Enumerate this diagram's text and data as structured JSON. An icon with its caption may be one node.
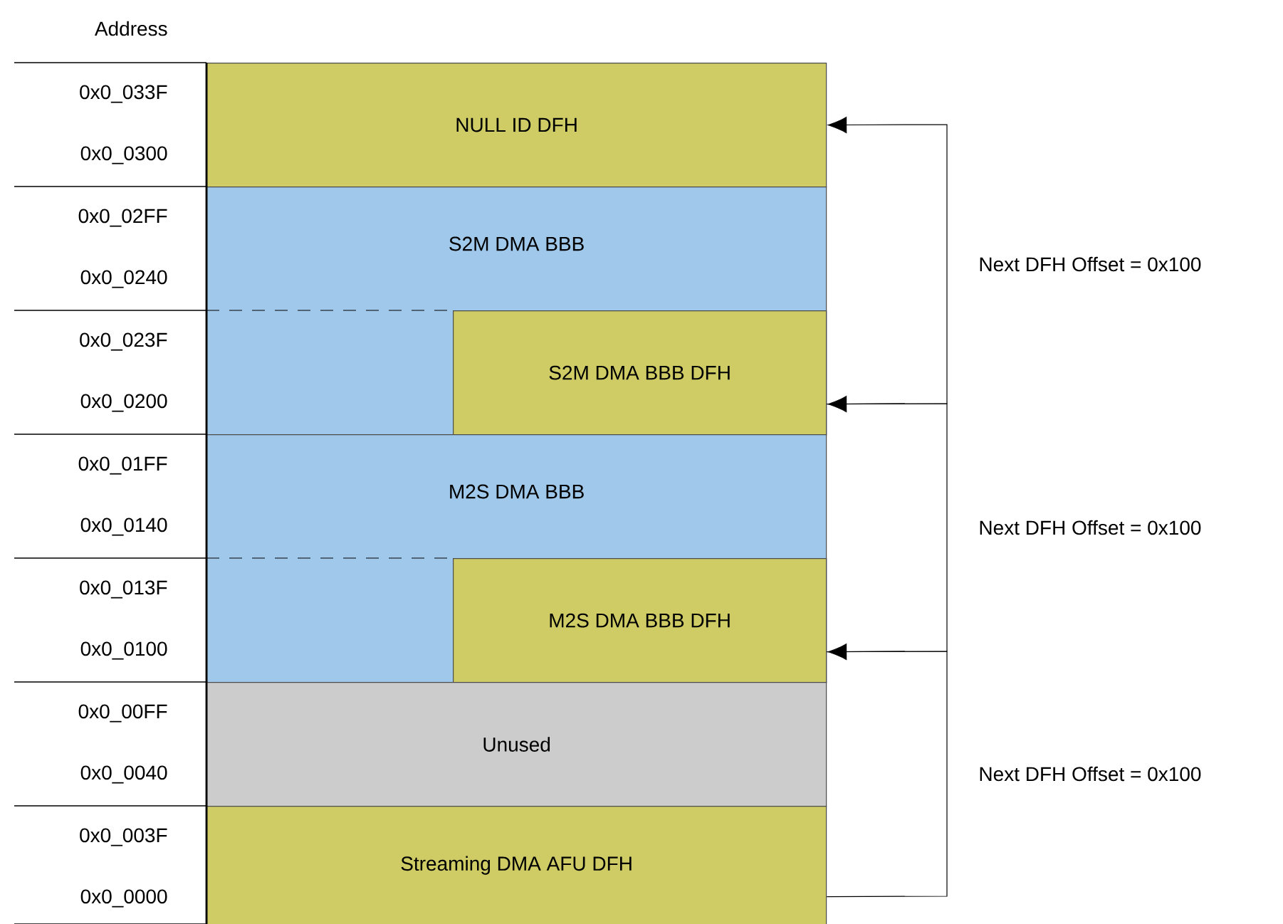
{
  "diagram": {
    "nodes": [
      {
        "text": [
          "NULL ID DFH"
        ]
      },
      {
        "text": [
          "S2M DMA BBB"
        ]
      },
      {
        "text": [
          "S2M DMA BBB DFH"
        ],
        "in": 1
      },
      {
        "text": [
          "M2S DMA BBB"
        ]
      },
      {
        "text": [
          "M2S DMA BBB DFH"
        ],
        "in": 3
      },
      {
        "text": [
          "Unused"
        ]
      },
      {
        "text": [
          "Streaming DMA AFU DFH"
        ]
      }
    ],
    "edges": [
      {
        "from": 2,
        "to": 0,
        "arrow": "to",
        "label": "Next DFH Offset = 0x100"
      },
      {
        "from": 4,
        "to": 2,
        "arrow": "to",
        "label": "Next DFH Offset = 0x100"
      },
      {
        "from": 6,
        "to": 4,
        "arrow": "to",
        "label": "Next DFH Offset = 0x100"
      }
    ],
    "labels": [
      "Address",
      "0x0_033F",
      "0x0_0300",
      "0x0_02FF",
      "0x0_0240",
      "0x0_023F",
      "0x0_0200",
      "0x0_01FF",
      "0x0_0140",
      "0x0_013F",
      "0x0_0100",
      "0x0_00FF",
      "0x0_0040",
      "0x0_003F",
      "0x0_0000"
    ]
  }
}
